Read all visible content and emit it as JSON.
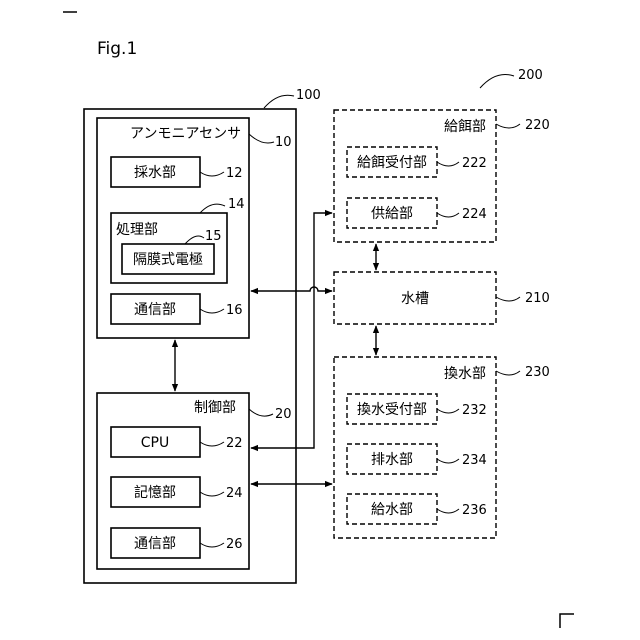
{
  "figure": {
    "title": "Fig.1"
  },
  "device_100": {
    "ref": "100",
    "ammonia_sensor": {
      "label": "アンモニアセンサ",
      "ref": "10",
      "sampling": {
        "label": "採水部",
        "ref": "12"
      },
      "processing": {
        "label": "処理部",
        "ref": "14",
        "electrode": {
          "label": "隔膜式電極",
          "ref": "15"
        }
      },
      "communication": {
        "label": "通信部",
        "ref": "16"
      }
    },
    "controller": {
      "label": "制御部",
      "ref": "20",
      "cpu": {
        "label": "CPU",
        "ref": "22"
      },
      "memory": {
        "label": "記憶部",
        "ref": "24"
      },
      "communication": {
        "label": "通信部",
        "ref": "26"
      }
    }
  },
  "system_200": {
    "ref": "200",
    "feeding": {
      "label": "給餌部",
      "ref": "220",
      "feed_receiver": {
        "label": "給餌受付部",
        "ref": "222"
      },
      "supplier": {
        "label": "供給部",
        "ref": "224"
      }
    },
    "tank": {
      "label": "水槽",
      "ref": "210"
    },
    "water_exchange": {
      "label": "換水部",
      "ref": "230",
      "exchange_receiver": {
        "label": "換水受付部",
        "ref": "232"
      },
      "drain": {
        "label": "排水部",
        "ref": "234"
      },
      "supply": {
        "label": "給水部",
        "ref": "236"
      }
    }
  }
}
